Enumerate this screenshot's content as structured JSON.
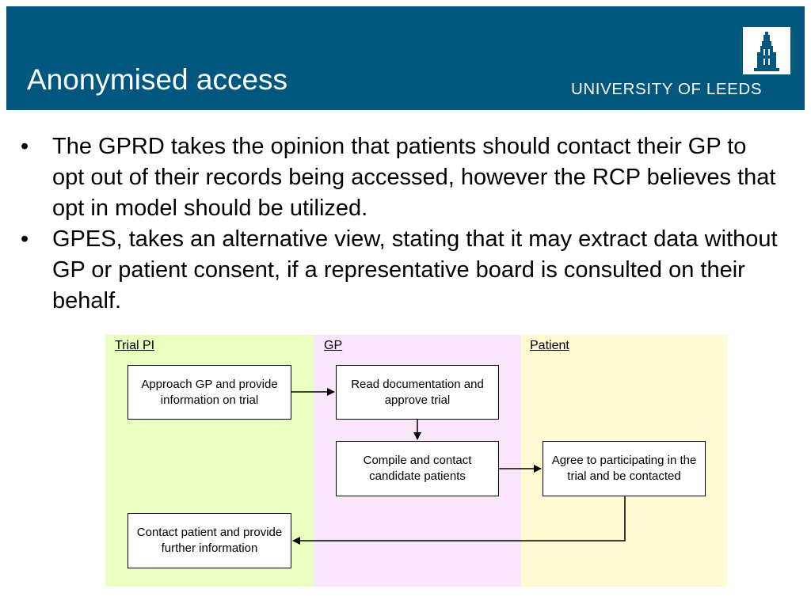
{
  "header": {
    "title": "Anonymised access",
    "university": "UNIVERSITY OF LEEDS",
    "logo_icon": "tower-logo-icon",
    "background_color": "#02577f"
  },
  "bullets": [
    "The GPRD takes the opinion that patients should contact their GP to opt out of their records being accessed, however the RCP believes that opt in model should be utilized.",
    "GPES, takes an alternative view, stating that it may extract data without GP or patient consent, if a representative board is consulted on their behalf."
  ],
  "diagram": {
    "lanes": [
      {
        "label": "Trial PI",
        "color": "#e8ffc0"
      },
      {
        "label": "GP",
        "color": "#fae6fa"
      },
      {
        "label": "Patient",
        "color": "#fffad2"
      }
    ],
    "boxes": {
      "approach_gp": "Approach GP and provide information on trial",
      "read_docs": "Read documentation and approve trial",
      "compile": "Compile and contact candidate patients",
      "agree": "Agree to participating in the trial and be contacted",
      "contact_patient": "Contact patient and provide further information"
    }
  }
}
